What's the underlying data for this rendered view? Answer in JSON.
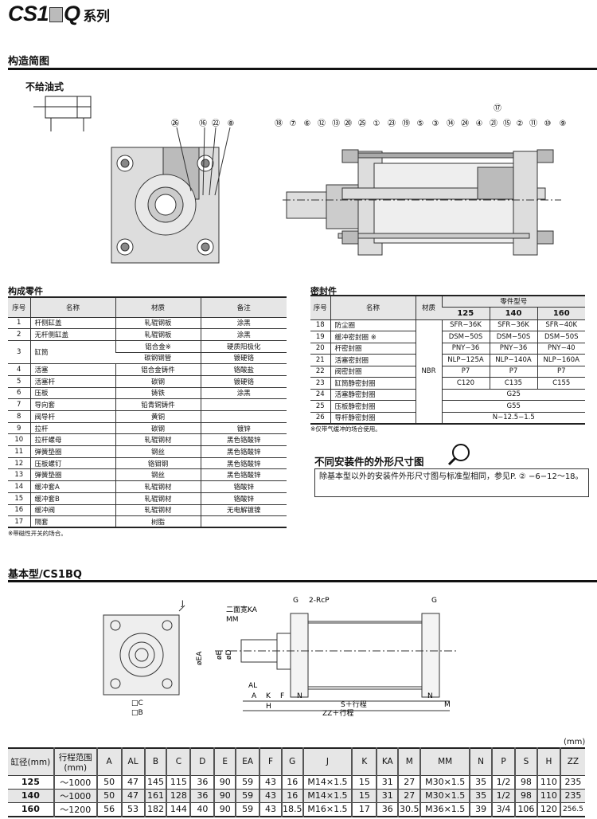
{
  "header": {
    "series": "CS1",
    "series_suffix": "Q",
    "series_word": "系列"
  },
  "section1": {
    "title": "构造简图",
    "subtitle": "不给油式"
  },
  "front_callouts": [
    "㉖",
    "⑯",
    "㉒",
    "⑧"
  ],
  "section_callouts": [
    "⑱",
    "⑦",
    "⑥",
    "⑫",
    "⑬",
    "⑳",
    "㉕",
    "①",
    "㉓",
    "⑲",
    "⑤",
    "③",
    "⑭",
    "㉔",
    "④",
    "㉑",
    "⑰",
    "⑮",
    "②",
    "⑪",
    "⑩",
    "⑨"
  ],
  "parts": {
    "title": "构成零件",
    "headers": [
      "序号",
      "名称",
      "材质",
      "备注"
    ],
    "rows": [
      [
        "1",
        "杆侧缸盖",
        "轧辊钢板",
        "涂黑"
      ],
      [
        "2",
        "无杆侧缸盖",
        "轧辊钢板",
        "涂黑"
      ],
      [
        "3",
        "缸筒",
        "铝合金※",
        "硬质阳极化"
      ],
      [
        "",
        "",
        "碳钢钢管",
        "镀硬铬"
      ],
      [
        "4",
        "活塞",
        "铝合金铸件",
        "铬酸盐"
      ],
      [
        "5",
        "活塞杆",
        "碳钢",
        "镀硬铬"
      ],
      [
        "6",
        "压板",
        "铸铁",
        "涂黑"
      ],
      [
        "7",
        "导向套",
        "铅青铜铸件",
        ""
      ],
      [
        "8",
        "阀导杆",
        "黄铜",
        ""
      ],
      [
        "9",
        "拉杆",
        "碳钢",
        "镀锌"
      ],
      [
        "10",
        "拉杆螺母",
        "轧辊钢材",
        "黑色铬酸锌"
      ],
      [
        "11",
        "弹簧垫圈",
        "钢丝",
        "黑色铬酸锌"
      ],
      [
        "12",
        "压板螺钉",
        "铬钼钢",
        "黑色铬酸锌"
      ],
      [
        "13",
        "弹簧垫圈",
        "钢丝",
        "黑色铬酸锌"
      ],
      [
        "14",
        "缓冲套A",
        "轧辊钢材",
        "铬酸锌"
      ],
      [
        "15",
        "缓冲套B",
        "轧辊钢材",
        "铬酸锌"
      ],
      [
        "16",
        "缓冲阀",
        "轧辊钢材",
        "无电解镀镍"
      ],
      [
        "17",
        "隔套",
        "树脂",
        ""
      ]
    ],
    "note": "※带磁性开关的场合。"
  },
  "seals": {
    "title": "密封件",
    "headers": [
      "序号",
      "名称",
      "材质",
      "零件型号"
    ],
    "bores": [
      "125",
      "140",
      "160"
    ],
    "material": "NBR",
    "rows": [
      [
        "18",
        "防尘圈",
        "SFR−36K",
        "SFR−36K",
        "SFR−40K"
      ],
      [
        "19",
        "缓冲密封圈 ※",
        "DSM−50S",
        "DSM−50S",
        "DSM−50S"
      ],
      [
        "20",
        "杆密封圈",
        "PNY−36",
        "PNY−36",
        "PNY−40"
      ],
      [
        "21",
        "活塞密封圈",
        "NLP−125A",
        "NLP−140A",
        "NLP−160A"
      ],
      [
        "22",
        "阀密封圈",
        "P7",
        "P7",
        "P7"
      ],
      [
        "23",
        "缸筒静密封圈",
        "C120",
        "C135",
        "C155"
      ]
    ],
    "common_rows": [
      [
        "24",
        "活塞静密封圈",
        "G25"
      ],
      [
        "25",
        "压板静密封圈",
        "G55"
      ],
      [
        "26",
        "导杆静密封圈",
        "N−12.5−1.5"
      ]
    ],
    "note": "※仅带气缓冲的场合使用。"
  },
  "mounting": {
    "title": "不同安装件的外形尺寸图",
    "text": "除基本型以外的安装件外形尺寸图与标准型相同，参见P. ② −6−12～18。"
  },
  "section2": {
    "title": "基本型/CS1BQ"
  },
  "dim_labels": {
    "J": "J",
    "C": "□C",
    "B": "□B",
    "KA": "二面宽KA",
    "MM": "MM",
    "G1": "G",
    "RcP": "2-RcP",
    "G2": "G",
    "EA": "øEA",
    "E": "øE",
    "D": "øD",
    "AL": "AL",
    "A": "A",
    "K": "K",
    "F": "F",
    "N1": "N",
    "N2": "N",
    "H": "H",
    "S": "S＋行程",
    "M": "M",
    "ZZ": "ZZ＋行程"
  },
  "dims": {
    "unit": "(mm)",
    "headers": [
      "缸径(mm)",
      "行程范围\n(mm)",
      "A",
      "AL",
      "B",
      "C",
      "D",
      "E",
      "EA",
      "F",
      "G",
      "J",
      "K",
      "KA",
      "M",
      "MM",
      "N",
      "P",
      "S",
      "H",
      "ZZ"
    ],
    "rows": [
      [
        "125",
        "～1000",
        "50",
        "47",
        "145",
        "115",
        "36",
        "90",
        "59",
        "43",
        "16",
        "M14×1.5",
        "15",
        "31",
        "27",
        "M30×1.5",
        "35",
        "1/2",
        "98",
        "110",
        "235"
      ],
      [
        "140",
        "～1000",
        "50",
        "47",
        "161",
        "128",
        "36",
        "90",
        "59",
        "43",
        "16",
        "M14×1.5",
        "15",
        "31",
        "27",
        "M30×1.5",
        "35",
        "1/2",
        "98",
        "110",
        "235"
      ],
      [
        "160",
        "～1200",
        "56",
        "53",
        "182",
        "144",
        "40",
        "90",
        "59",
        "43",
        "18.5",
        "M16×1.5",
        "17",
        "36",
        "30.5",
        "M36×1.5",
        "39",
        "3/4",
        "106",
        "120",
        "256.5"
      ]
    ]
  }
}
